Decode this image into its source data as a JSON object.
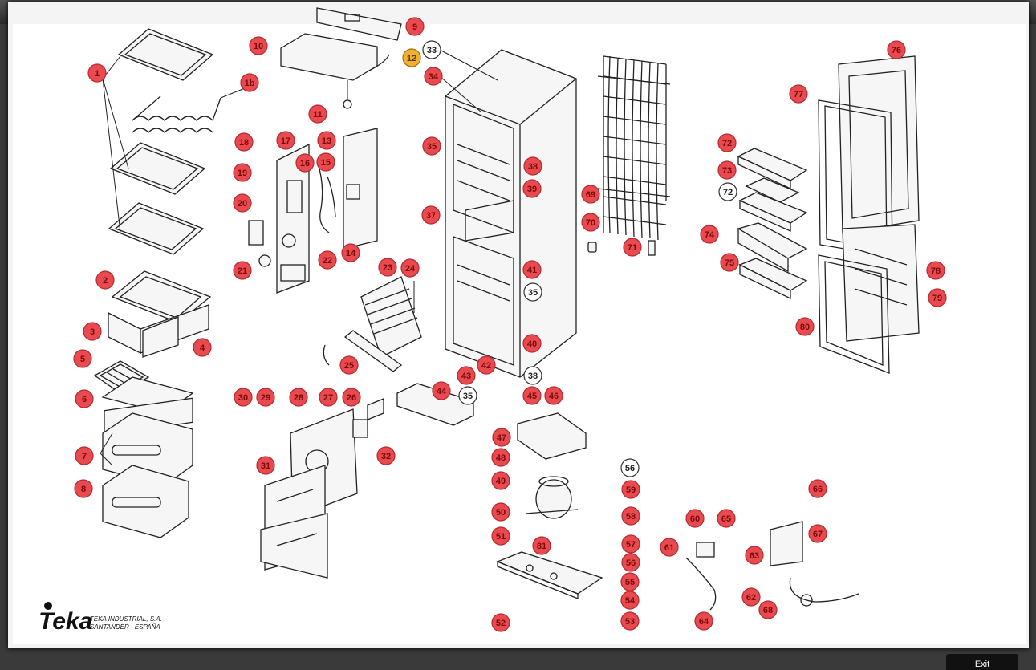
{
  "exit_label": "Exit",
  "brand": {
    "logo_text": "Teka",
    "company_line1": "TEKA INDUSTRIAL, S.A.",
    "company_line2": "SANTANDER - ESPAÑA"
  },
  "callouts": [
    {
      "text": "1",
      "style": "red"
    },
    {
      "text": "1b",
      "style": "red"
    },
    {
      "text": "2",
      "style": "red"
    },
    {
      "text": "3",
      "style": "red"
    },
    {
      "text": "4",
      "style": "red"
    },
    {
      "text": "5",
      "style": "red"
    },
    {
      "text": "6",
      "style": "red"
    },
    {
      "text": "7",
      "style": "red"
    },
    {
      "text": "8",
      "style": "red"
    },
    {
      "text": "9",
      "style": "red"
    },
    {
      "text": "10",
      "style": "red"
    },
    {
      "text": "11",
      "style": "red"
    },
    {
      "text": "12",
      "style": "orange"
    },
    {
      "text": "13",
      "style": "red"
    },
    {
      "text": "14",
      "style": "red"
    },
    {
      "text": "15",
      "style": "red"
    },
    {
      "text": "16",
      "style": "red"
    },
    {
      "text": "17",
      "style": "red"
    },
    {
      "text": "18",
      "style": "red"
    },
    {
      "text": "19",
      "style": "red"
    },
    {
      "text": "20",
      "style": "red"
    },
    {
      "text": "21",
      "style": "red"
    },
    {
      "text": "22",
      "style": "red"
    },
    {
      "text": "23",
      "style": "red"
    },
    {
      "text": "24",
      "style": "red"
    },
    {
      "text": "25",
      "style": "red"
    },
    {
      "text": "26",
      "style": "red"
    },
    {
      "text": "27",
      "style": "red"
    },
    {
      "text": "28",
      "style": "red"
    },
    {
      "text": "29",
      "style": "red"
    },
    {
      "text": "30",
      "style": "red"
    },
    {
      "text": "31",
      "style": "red"
    },
    {
      "text": "32",
      "style": "red"
    },
    {
      "text": "33",
      "style": "white"
    },
    {
      "text": "34",
      "style": "red"
    },
    {
      "text": "35",
      "style": "red"
    },
    {
      "text": "35",
      "style": "white"
    },
    {
      "text": "35",
      "style": "white"
    },
    {
      "text": "37",
      "style": "red"
    },
    {
      "text": "38",
      "style": "red"
    },
    {
      "text": "38",
      "style": "white"
    },
    {
      "text": "39",
      "style": "red"
    },
    {
      "text": "40",
      "style": "red"
    },
    {
      "text": "41",
      "style": "red"
    },
    {
      "text": "42",
      "style": "red"
    },
    {
      "text": "43",
      "style": "red"
    },
    {
      "text": "44",
      "style": "red"
    },
    {
      "text": "45",
      "style": "red"
    },
    {
      "text": "46",
      "style": "red"
    },
    {
      "text": "47",
      "style": "red"
    },
    {
      "text": "48",
      "style": "red"
    },
    {
      "text": "49",
      "style": "red"
    },
    {
      "text": "50",
      "style": "red"
    },
    {
      "text": "51",
      "style": "red"
    },
    {
      "text": "52",
      "style": "red"
    },
    {
      "text": "53",
      "style": "red"
    },
    {
      "text": "54",
      "style": "red"
    },
    {
      "text": "55",
      "style": "red"
    },
    {
      "text": "56",
      "style": "red"
    },
    {
      "text": "56",
      "style": "white"
    },
    {
      "text": "57",
      "style": "red"
    },
    {
      "text": "58",
      "style": "red"
    },
    {
      "text": "59",
      "style": "red"
    },
    {
      "text": "60",
      "style": "red"
    },
    {
      "text": "61",
      "style": "red"
    },
    {
      "text": "62",
      "style": "red"
    },
    {
      "text": "63",
      "style": "red"
    },
    {
      "text": "64",
      "style": "red"
    },
    {
      "text": "65",
      "style": "red"
    },
    {
      "text": "66",
      "style": "red"
    },
    {
      "text": "67",
      "style": "red"
    },
    {
      "text": "68",
      "style": "red"
    },
    {
      "text": "69",
      "style": "red"
    },
    {
      "text": "70",
      "style": "red"
    },
    {
      "text": "71",
      "style": "red"
    },
    {
      "text": "72",
      "style": "red"
    },
    {
      "text": "72",
      "style": "white"
    },
    {
      "text": "73",
      "style": "red"
    },
    {
      "text": "74",
      "style": "red"
    },
    {
      "text": "75",
      "style": "red"
    },
    {
      "text": "76",
      "style": "red"
    },
    {
      "text": "77",
      "style": "red"
    },
    {
      "text": "78",
      "style": "red"
    },
    {
      "text": "79",
      "style": "red"
    },
    {
      "text": "80",
      "style": "red"
    },
    {
      "text": "81",
      "style": "red"
    }
  ]
}
